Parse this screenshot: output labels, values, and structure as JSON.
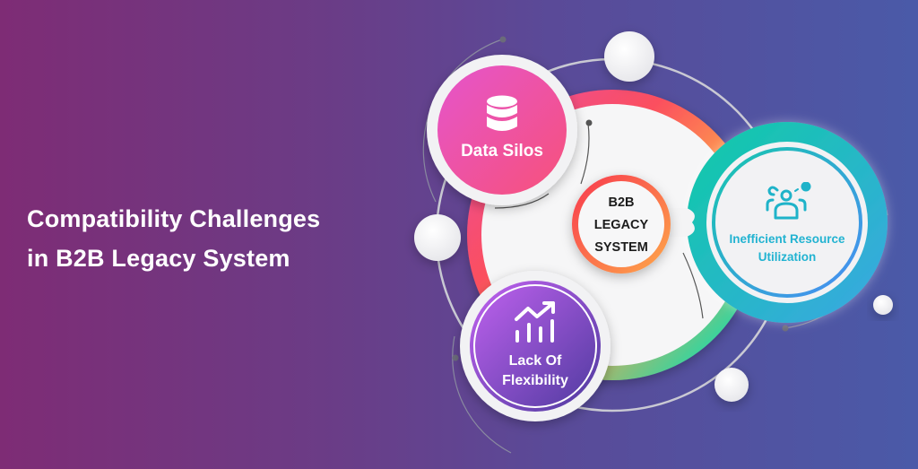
{
  "title": {
    "line1": "Compatibility Challenges",
    "line2": "in B2B Legacy System"
  },
  "center": {
    "line1": "B2B",
    "line2": "LEGACY",
    "line3": "SYSTEM"
  },
  "nodes": [
    {
      "label": "Data Silos",
      "icon": "database-icon",
      "color": "#e94d9c"
    },
    {
      "label_line1": "Inefficient Resource",
      "label_line2": "Utilization",
      "icon": "team-users-icon",
      "color": "#1fb8cf"
    },
    {
      "label_line1": "Lack Of",
      "label_line2": "Flexibility",
      "icon": "growth-chart-icon",
      "color": "#8a44d6"
    }
  ],
  "colors": {
    "bg_left": "#7e2c75",
    "bg_right": "#4a5aa8",
    "ring_pink": "#ea4c98",
    "ring_red": "#fb4f5e",
    "ring_orange": "#fda34b",
    "ring_green": "#35d28e",
    "teal": "#13c6a9",
    "blue": "#3aa8e0"
  }
}
